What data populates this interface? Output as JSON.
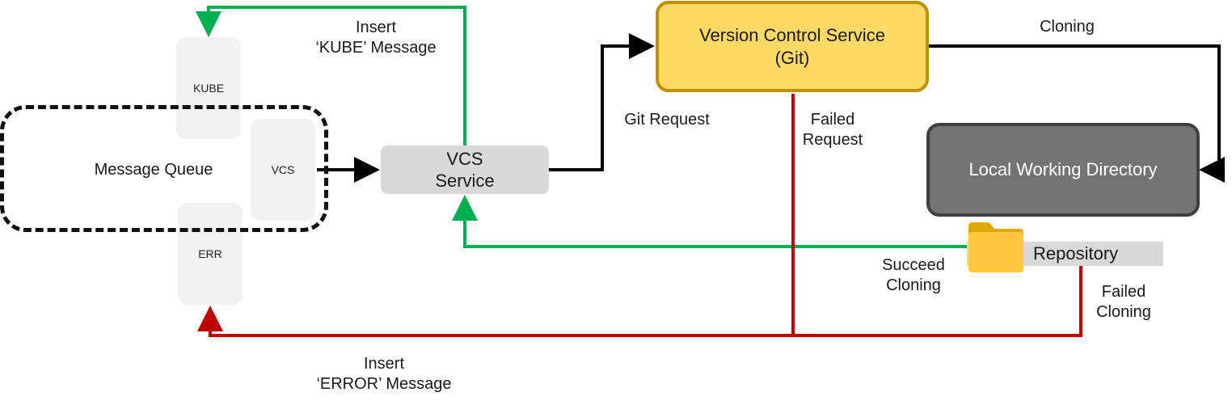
{
  "message_queue": {
    "label": "Message Queue",
    "slots": {
      "kube": "KUBE",
      "vcs": "VCS",
      "err": "ERR"
    }
  },
  "vcs_service": {
    "label": "VCS\nService"
  },
  "version_control_service": {
    "label": "Version Control Service\n(Git)"
  },
  "local_working_directory": {
    "label": "Local Working Directory"
  },
  "repository": {
    "label": "Repository"
  },
  "edges": {
    "insert_kube": "Insert\n‘KUBE’ Message",
    "git_request": "Git Request",
    "cloning": "Cloning",
    "failed_request": "Failed\nRequest",
    "succeed_cloning": "Succeed\nCloning",
    "failed_cloning": "Failed\nCloning",
    "insert_error": "Insert\n‘ERROR’ Message"
  },
  "colors": {
    "success_arrow": "#00b050",
    "failure_arrow": "#c00000",
    "flow_arrow": "#000000",
    "git_fill": "#ffd966",
    "git_border": "#bf9000",
    "folder": "#ffc000"
  }
}
